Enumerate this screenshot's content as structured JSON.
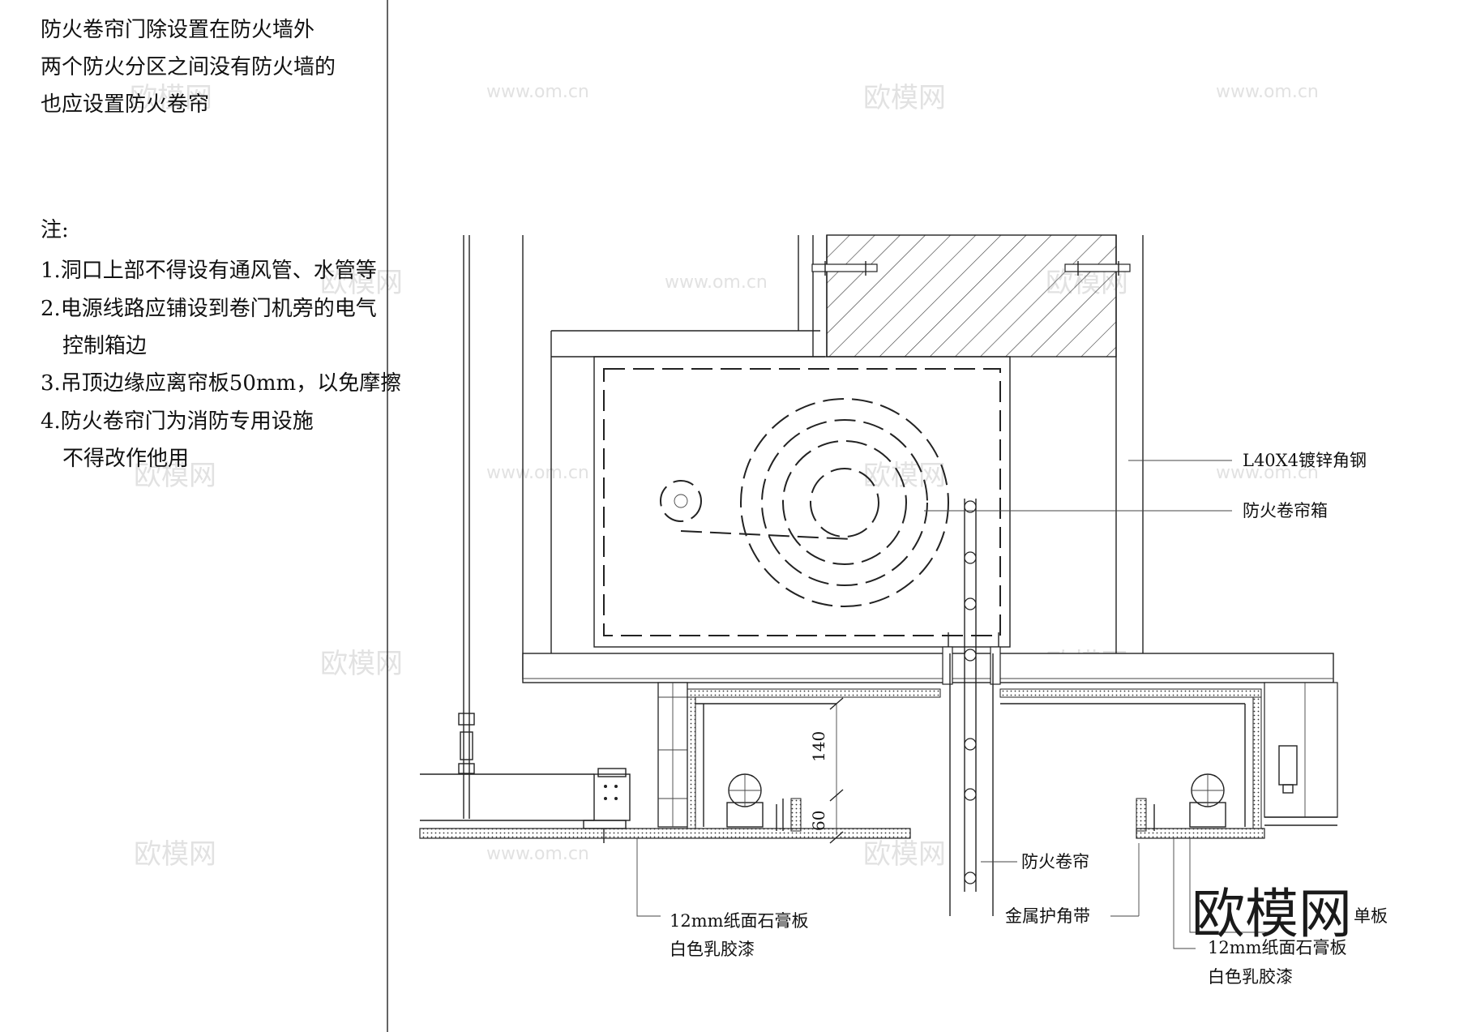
{
  "intro": [
    "防火卷帘门除设置在防火墙外",
    "两个防火分区之间没有防火墙的",
    "也应设置防火卷帘"
  ],
  "notes": {
    "title": "注:",
    "items": [
      "1.洞口上部不得设有通风管、水管等",
      "2.电源线路应铺设到卷门机旁的电气",
      "控制箱边",
      "3.吊顶边缘应离帘板50mm，以免摩擦",
      "4.防火卷帘门为消防专用设施",
      "不得改作他用"
    ]
  },
  "labels": {
    "angle_steel": "L40X4镀锌角钢",
    "shutter_box": "防火卷帘箱",
    "fire_shutter": "防火卷帘",
    "metal_corner": "金属护角带",
    "left_board": "12mm纸面石膏板",
    "left_paint": "白色乳胶漆",
    "right_board": "12mm纸面石膏板",
    "right_paint": "白色乳胶漆",
    "right_partial": "单板"
  },
  "dimensions": {
    "d140": "140",
    "d60": "60"
  },
  "watermark": {
    "brand": "欧模网",
    "url": "www.om.cn"
  }
}
